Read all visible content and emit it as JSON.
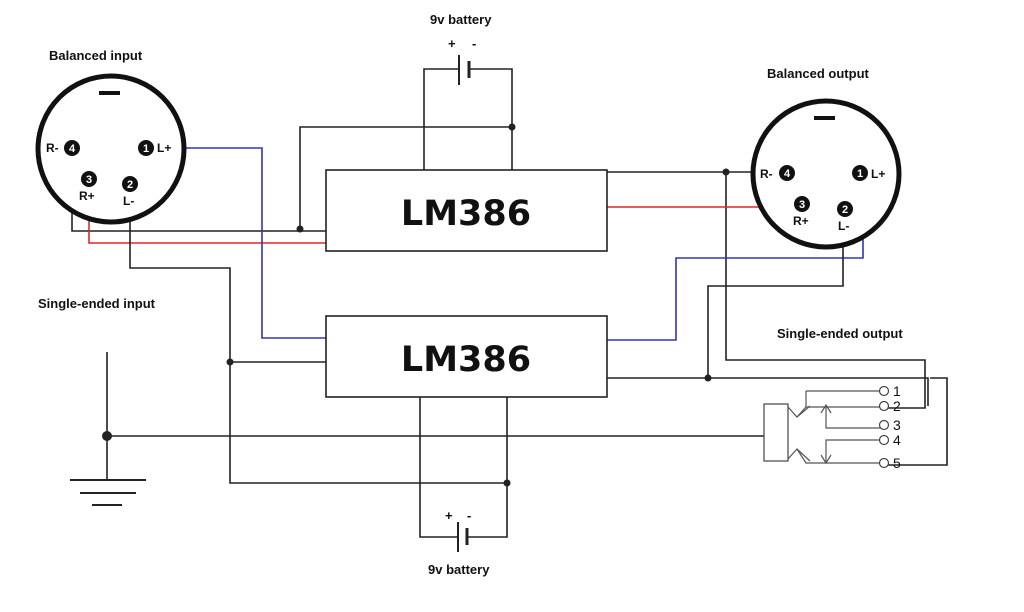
{
  "labels": {
    "battery_top": "9v battery",
    "battery_bottom": "9v battery",
    "balanced_input": "Balanced input",
    "balanced_output": "Balanced output",
    "single_ended_input": "Single-ended input",
    "single_ended_output": "Single-ended output",
    "plus": "+",
    "minus": "-"
  },
  "amplifiers": [
    {
      "name": "LM386"
    },
    {
      "name": "LM386"
    }
  ],
  "xlr_input": {
    "pins": [
      {
        "num": "1",
        "label": "L+"
      },
      {
        "num": "2",
        "label": "L-"
      },
      {
        "num": "3",
        "label": "R+"
      },
      {
        "num": "4",
        "label": "R-"
      }
    ]
  },
  "xlr_output": {
    "pins": [
      {
        "num": "1",
        "label": "L+"
      },
      {
        "num": "2",
        "label": "L-"
      },
      {
        "num": "3",
        "label": "R+"
      },
      {
        "num": "4",
        "label": "R-"
      }
    ]
  },
  "jack_terminals": [
    "1",
    "2",
    "3",
    "4",
    "5"
  ],
  "wire_colors": {
    "default": "#222222",
    "left": "#3333bb",
    "right": "#dd2a2a"
  }
}
